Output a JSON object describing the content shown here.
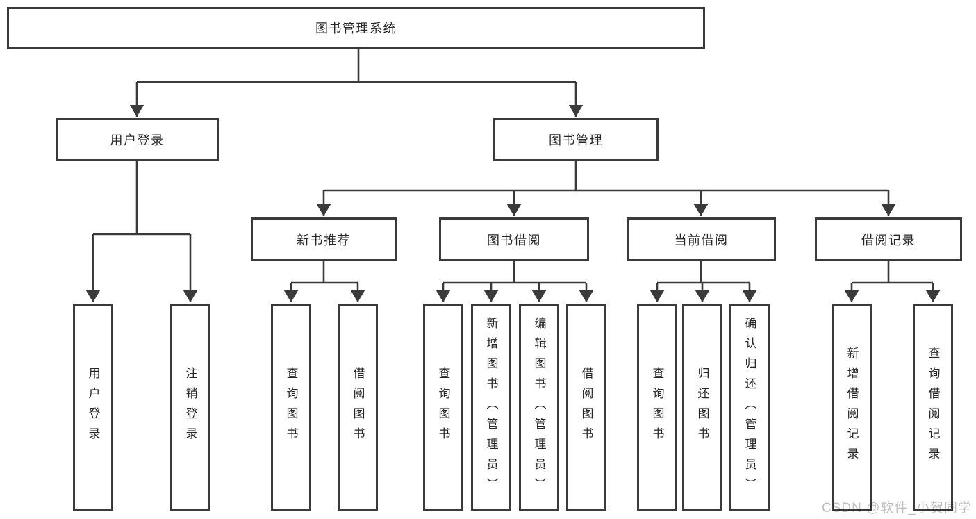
{
  "colors": {
    "line": "#3a3a3a",
    "box_border": "#3a3a3a",
    "text": "#262626",
    "background": "#ffffff",
    "watermark_gray": "#c0c0c0"
  },
  "watermark": {
    "text": "CSDN @软件_小贺同学"
  },
  "tree": {
    "root": {
      "label": "图书管理系统"
    },
    "branches": [
      {
        "label": "用户登录",
        "children": [
          {
            "label": "用户登录"
          },
          {
            "label": "注销登录"
          }
        ]
      },
      {
        "label": "图书管理",
        "children": [
          {
            "label": "新书推荐",
            "children": [
              {
                "label": "查询图书"
              },
              {
                "label": "借阅图书"
              }
            ]
          },
          {
            "label": "图书借阅",
            "children": [
              {
                "label": "查询图书"
              },
              {
                "label": "新增图书（管理员）"
              },
              {
                "label": "编辑图书（管理员）"
              },
              {
                "label": "借阅图书"
              }
            ]
          },
          {
            "label": "当前借阅",
            "children": [
              {
                "label": "查询图书"
              },
              {
                "label": "归还图书"
              },
              {
                "label": "确认归还（管理员）"
              }
            ]
          },
          {
            "label": "借阅记录",
            "children": [
              {
                "label": "新增借阅记录"
              },
              {
                "label": "查询借阅记录"
              }
            ]
          }
        ]
      }
    ]
  }
}
